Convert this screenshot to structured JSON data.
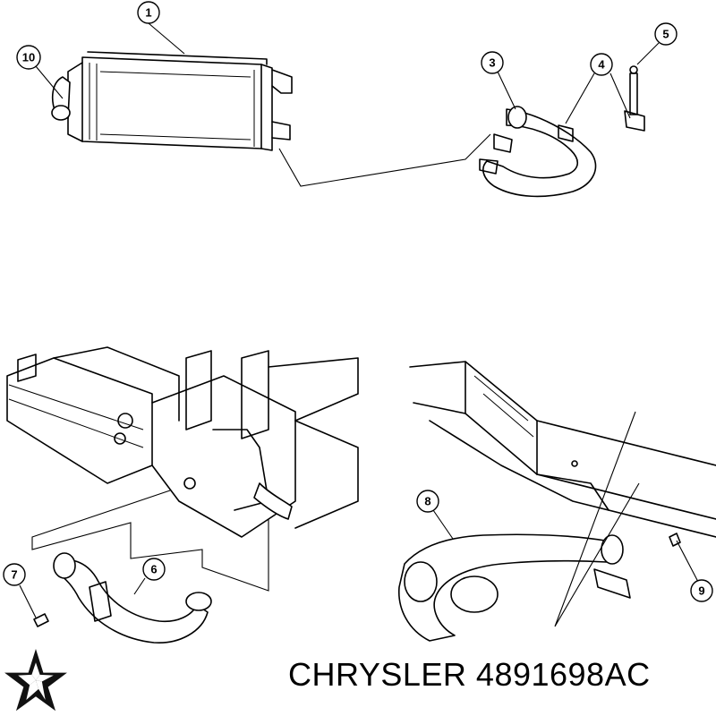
{
  "caption": {
    "brand": "CHRYSLER",
    "part_number": "4891698AC"
  },
  "callouts": [
    {
      "id": "c1",
      "label": "1"
    },
    {
      "id": "c3",
      "label": "3"
    },
    {
      "id": "c4",
      "label": "4"
    },
    {
      "id": "c5",
      "label": "5"
    },
    {
      "id": "c6",
      "label": "6"
    },
    {
      "id": "c7",
      "label": "7"
    },
    {
      "id": "c8",
      "label": "8"
    },
    {
      "id": "c9",
      "label": "9"
    },
    {
      "id": "c10",
      "label": "10"
    }
  ],
  "logo": {
    "icon": "pentastar-logo-icon"
  }
}
